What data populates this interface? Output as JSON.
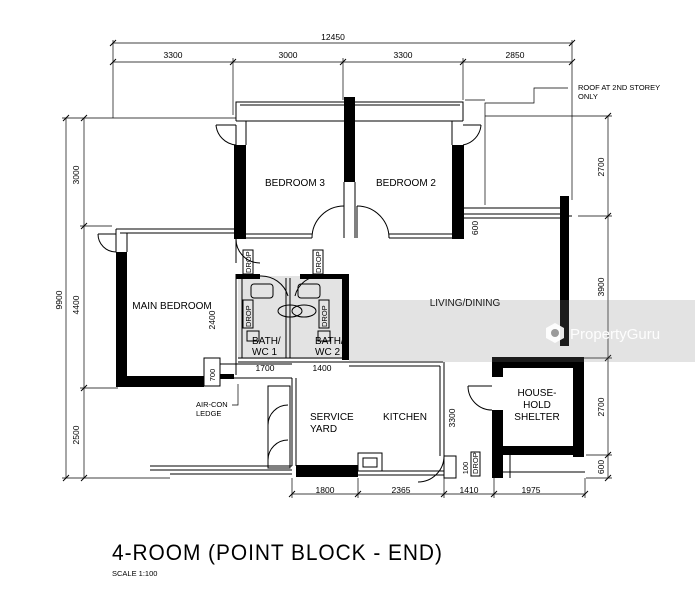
{
  "dimensions": {
    "top_total": "12450",
    "top_segments": [
      "3300",
      "3000",
      "3300",
      "2850"
    ],
    "bottom_segments": [
      "1800",
      "2365",
      "1410",
      "1975"
    ],
    "left_total": "9900",
    "left_segments": [
      "3000",
      "4400",
      "2500"
    ],
    "right_segments": [
      "2700",
      "3900",
      "2700",
      "600"
    ],
    "inner": [
      "2400",
      "1700",
      "1400",
      "700",
      "600",
      "3300",
      "100"
    ]
  },
  "notes": {
    "roof_line1": "ROOF AT 2ND STOREY",
    "roof_line2": "ONLY",
    "aircon_line1": "AIR-CON",
    "aircon_line2": "LEDGE",
    "drop": "DROP"
  },
  "rooms": {
    "bedroom3": "BEDROOM 3",
    "bedroom2": "BEDROOM 2",
    "main_bedroom": "MAIN BEDROOM",
    "living_dining": "LIVING/DINING",
    "bath1_line1": "BATH/",
    "bath1_line2": "WC 1",
    "bath2_line1": "BATH/",
    "bath2_line2": "WC 2",
    "service_line1": "SERVICE",
    "service_line2": "YARD",
    "kitchen": "KITCHEN",
    "shelter_line1": "HOUSE-",
    "shelter_line2": "HOLD",
    "shelter_line3": "SHELTER"
  },
  "watermark": "PropertyGuru",
  "title": "4-ROOM (POINT BLOCK - END)",
  "scale": "SCALE   1:100"
}
